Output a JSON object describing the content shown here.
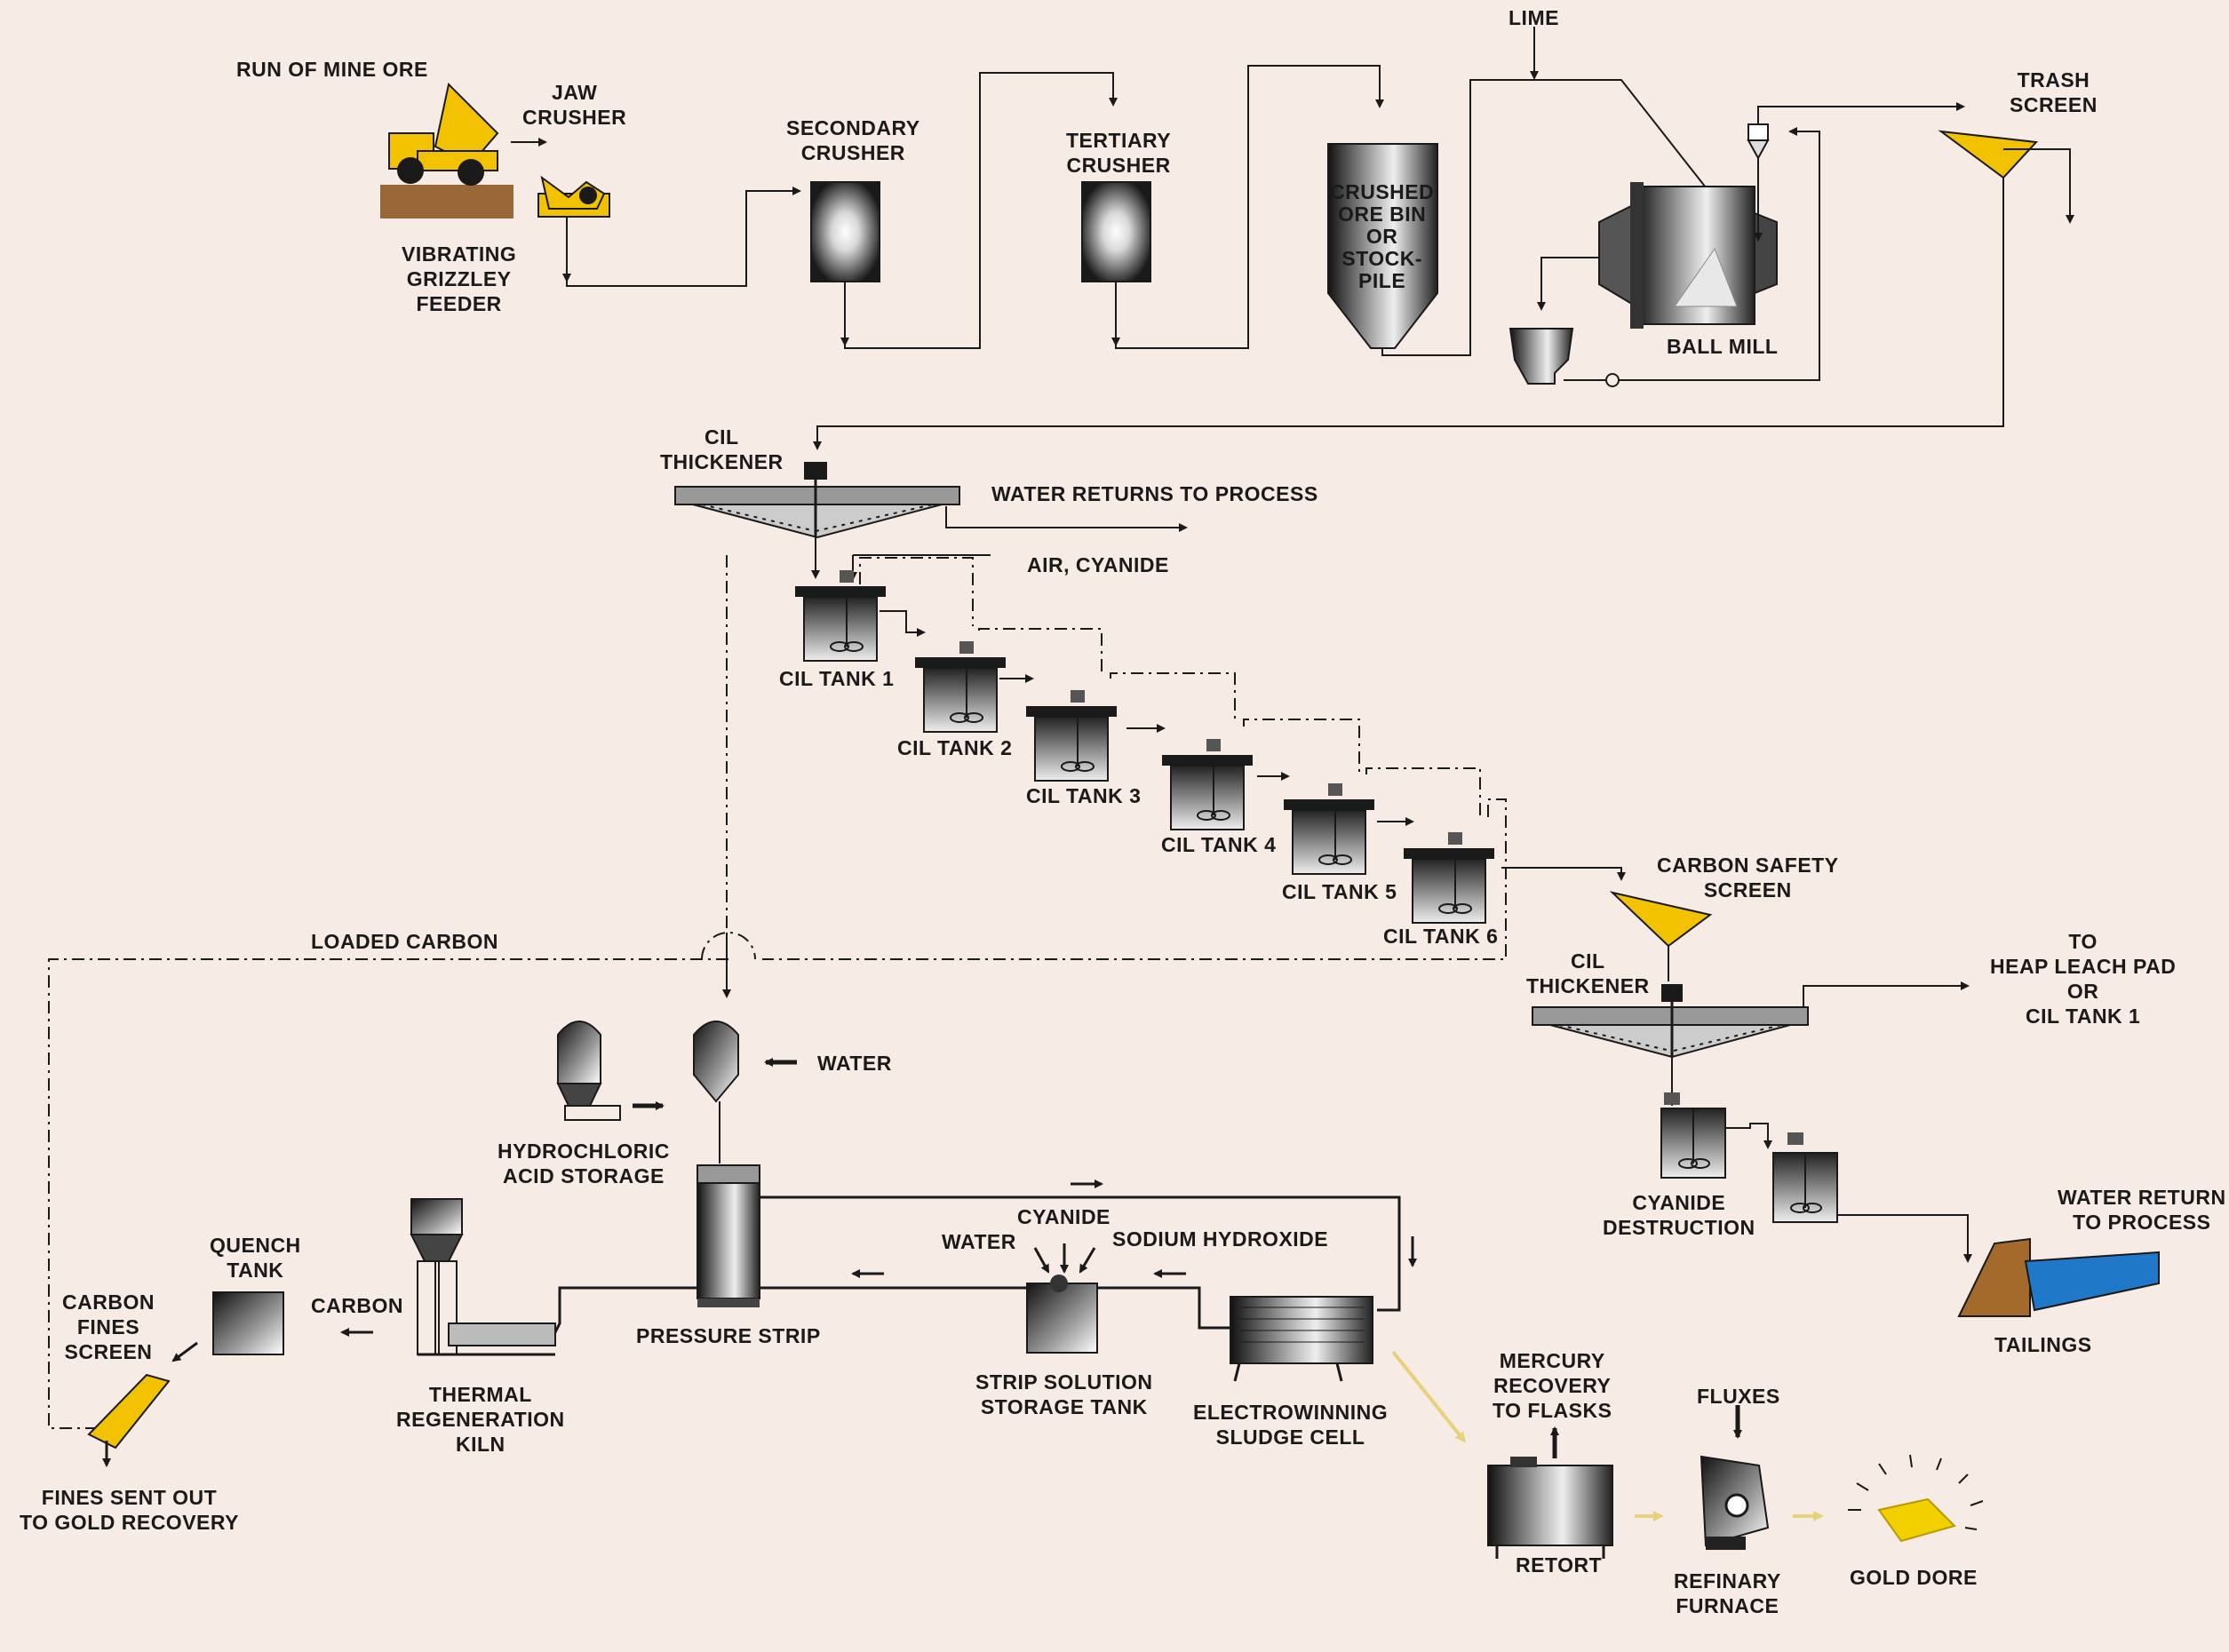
{
  "labels": {
    "run_of_mine_ore": "RUN OF MINE ORE",
    "jaw_crusher": "JAW\nCRUSHER",
    "vibrating_grizzley_feeder": "VIBRATING\nGRIZZLEY\nFEEDER",
    "secondary_crusher": "SECONDARY\nCRUSHER",
    "tertiary_crusher": "TERTIARY\nCRUSHER",
    "lime": "LIME",
    "crushed_ore_bin": "CRUSHED\nORE BIN\nOR\nSTOCK-\nPILE",
    "trash_screen": "TRASH\nSCREEN",
    "ball_mill": "BALL MILL",
    "cil_thickener_1": "CIL\nTHICKENER",
    "water_returns_to_process": "WATER RETURNS TO PROCESS",
    "air_cyanide": "AIR, CYANIDE",
    "cil_tank_1": "CIL TANK 1",
    "cil_tank_2": "CIL TANK 2",
    "cil_tank_3": "CIL TANK 3",
    "cil_tank_4": "CIL TANK 4",
    "cil_tank_5": "CIL TANK 5",
    "cil_tank_6": "CIL TANK 6",
    "carbon_safety_screen": "CARBON SAFETY\nSCREEN",
    "loaded_carbon": "LOADED CARBON",
    "cil_thickener_2": "CIL\nTHICKENER",
    "to_heap_leach": "TO\nHEAP LEACH PAD\nOR\nCIL TANK 1",
    "water": "WATER",
    "hydrochloric_acid_storage": "HYDROCHLORIC\nACID STORAGE",
    "cyanide_destruction": "CYANIDE\nDESTRUCTION",
    "water_return_to_process": "WATER RETURN\nTO PROCESS",
    "quench_tank": "QUENCH\nTANK",
    "cyanide": "CYANIDE",
    "water_2": "WATER",
    "sodium_hydroxide": "SODIUM HYDROXIDE",
    "carbon_fines_screen": "CARBON\nFINES\nSCREEN",
    "carbon": "CARBON",
    "pressure_strip": "PRESSURE STRIP",
    "tailings": "TAILINGS",
    "thermal_regeneration_kiln": "THERMAL\nREGENERATION\nKILN",
    "strip_solution_storage_tank": "STRIP SOLUTION\nSTORAGE TANK",
    "electrowinning_sludge_cell": "ELECTROWINNING\nSLUDGE CELL",
    "mercury_recovery": "MERCURY\nRECOVERY\nTO FLASKS",
    "fluxes": "FLUXES",
    "fines_sent_out": "FINES SENT OUT\nTO GOLD RECOVERY",
    "retort": "RETORT",
    "refinary_furnace": "REFINARY\nFURNACE",
    "gold_dore": "GOLD DORE"
  },
  "colors": {
    "background": "#f7ebe6",
    "line": "#1a1a1a",
    "equipment_yellow": "#f2c200",
    "water_blue": "#1f78c8",
    "earth": "#8b5a2b"
  }
}
